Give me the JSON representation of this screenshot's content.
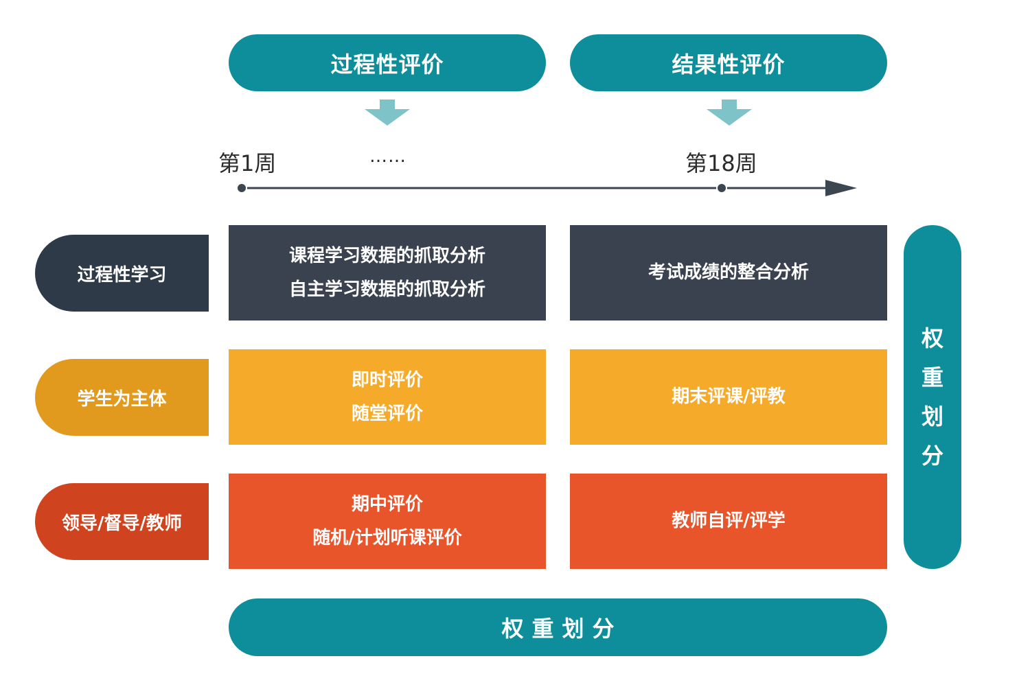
{
  "colors": {
    "teal": "#0d8e9a",
    "arrow_teal": "#7ec3c7",
    "navy": "#39424e",
    "navy_label": "#2e3a48",
    "amber": "#f5aa2a",
    "amber_label": "#e29a1e",
    "orange": "#e9552b",
    "orange_label": "#d0431f",
    "timeline": "#3c4650"
  },
  "header": {
    "process_eval": "过程性评价",
    "result_eval": "结果性评价"
  },
  "timeline": {
    "week_start": "第1周",
    "ellipsis": "……",
    "week_end": "第18周"
  },
  "rows": [
    {
      "label": "过程性学习",
      "col1": [
        "课程学习数据的抓取分析",
        "自主学习数据的抓取分析"
      ],
      "col2": [
        "考试成绩的整合分析"
      ]
    },
    {
      "label": "学生为主体",
      "col1": [
        "即时评价",
        "随堂评价"
      ],
      "col2": [
        "期末评课/评教"
      ]
    },
    {
      "label": "领导/督导/教师",
      "col1": [
        "期中评价",
        "随机/计划听课评价"
      ],
      "col2": [
        "教师自评/评学"
      ]
    }
  ],
  "side": {
    "chars": [
      "权",
      "重",
      "划",
      "分"
    ]
  },
  "bottom": {
    "label": "权重划分"
  }
}
